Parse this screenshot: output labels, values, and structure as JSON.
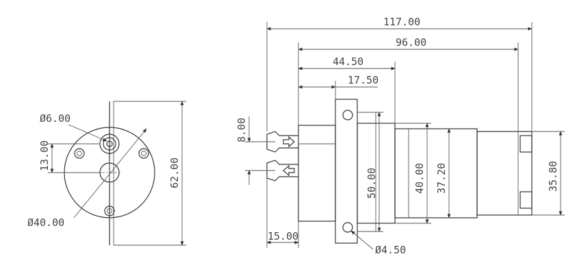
{
  "dimensions": {
    "overall_length": "117.00",
    "body_length": "96.00",
    "head_length": "44.50",
    "flange_offset": "17.50",
    "port_spacing": "8.00",
    "port_length": "15.00",
    "flange_height": "50.00",
    "head_diameter": "40.00",
    "motor_diameter": "37.20",
    "end_cap_diameter": "35.80",
    "mount_hole": "Ø4.50",
    "front_hole": "Ø6.00",
    "front_offset": "13.00",
    "front_diameter": "Ø40.00",
    "front_height": "62.00"
  },
  "colors": {
    "line": "#333333",
    "text": "#444444",
    "background": "#ffffff"
  }
}
